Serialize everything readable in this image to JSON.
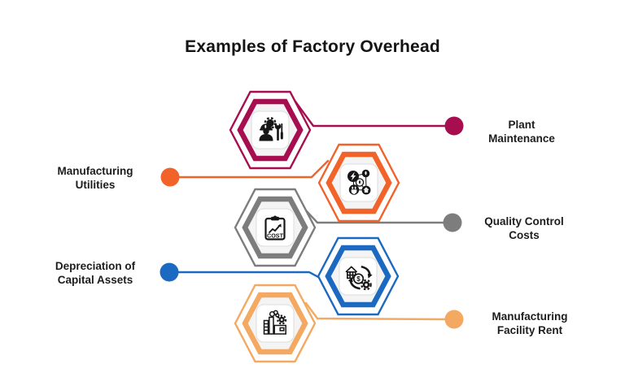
{
  "title": "Examples of Factory Overhead",
  "items": [
    {
      "label": "Plant Maintenance",
      "line1": "Plant",
      "line2": "Maintenance",
      "color": "#A60E4F",
      "side": "right",
      "icon": "maintenance-worker-icon"
    },
    {
      "label": "Manufacturing Utilities",
      "line1": "Manufacturing",
      "line2": "Utilities",
      "color": "#F2632A",
      "side": "left",
      "icon": "utilities-icon"
    },
    {
      "label": "Quality Control Costs",
      "line1": "Quality Control",
      "line2": "Costs",
      "color": "#7D7D7D",
      "side": "right",
      "icon": "cost-clipboard-icon",
      "icon_text": "COST"
    },
    {
      "label": "Depreciation of Capital Assets",
      "line1": "Depreciation of",
      "line2": "Capital Assets",
      "color": "#1B69C1",
      "side": "left",
      "icon": "asset-depreciation-icon",
      "icon_text": "$"
    },
    {
      "label": "Manufacturing Facility Rent",
      "line1": "Manufacturing",
      "line2": "Facility Rent",
      "color": "#F3A962",
      "side": "right",
      "icon": "factory-building-icon"
    }
  ]
}
